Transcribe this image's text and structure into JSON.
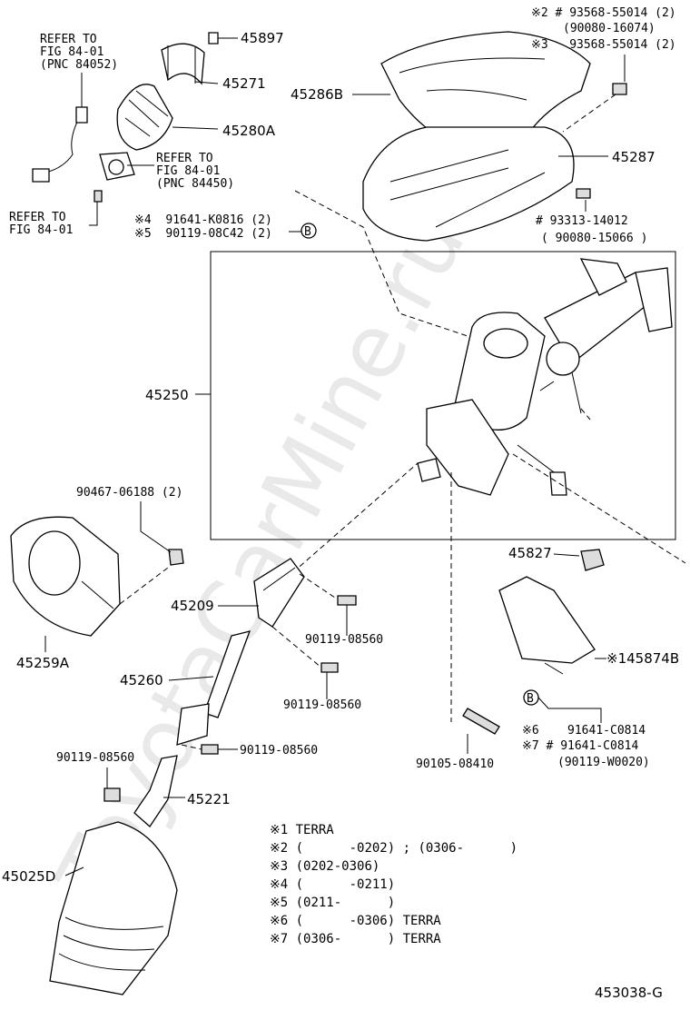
{
  "watermark": "ToyotaCarMine.ru",
  "diagram_id": "453038-G",
  "labels": {
    "p45897": "45897",
    "p45271": "45271",
    "p45280a": "45280A",
    "p45286b": "45286B",
    "p45287": "45287",
    "p45250": "45250",
    "p45827": "45827",
    "p45874b": "※145874B",
    "p45209": "45209",
    "p45260": "45260",
    "p45221": "45221",
    "p45259a": "45259A",
    "p45025d": "45025D",
    "bolt_08560_a": "90119-08560",
    "bolt_08560_b": "90119-08560",
    "bolt_08560_c": "90119-08560",
    "bolt_08560_d": "90119-08560",
    "bolt_08410": "90105-08410",
    "clip_06188": "90467-06188 (2)"
  },
  "refers": {
    "r1_l1": "REFER TO",
    "r1_l2": "FIG 84-01",
    "r1_l3": "(PNC 84052)",
    "r2_l1": "REFER TO",
    "r2_l2": "FIG 84-01",
    "r2_l3": "(PNC 84450)",
    "r3_l1": "REFER TO",
    "r3_l2": "FIG 84-01"
  },
  "screws_top": {
    "s2": "※2 # 93568-55014 (2)",
    "s2b": "(90080-16074)",
    "s3": "※3   93568-55014 (2)",
    "s93313": "# 93313-14012",
    "s93313b": "( 90080-15066 )"
  },
  "screws_b": {
    "s4": "※4  91641-K0816 (2)",
    "s5": "※5  90119-08C42 (2)",
    "s6": "※6    91641-C0814",
    "s7": "※7 # 91641-C0814",
    "s7b": "(90119-W0020)",
    "marker": "B"
  },
  "notes": [
    "※1 TERRA",
    "※2 (      -0202) ; (0306-      )",
    "※3 (0202-0306)",
    "※4 (      -0211)",
    "※5 (0211-      )",
    "※6 (      -0306) TERRA",
    "※7 (0306-      ) TERRA"
  ]
}
